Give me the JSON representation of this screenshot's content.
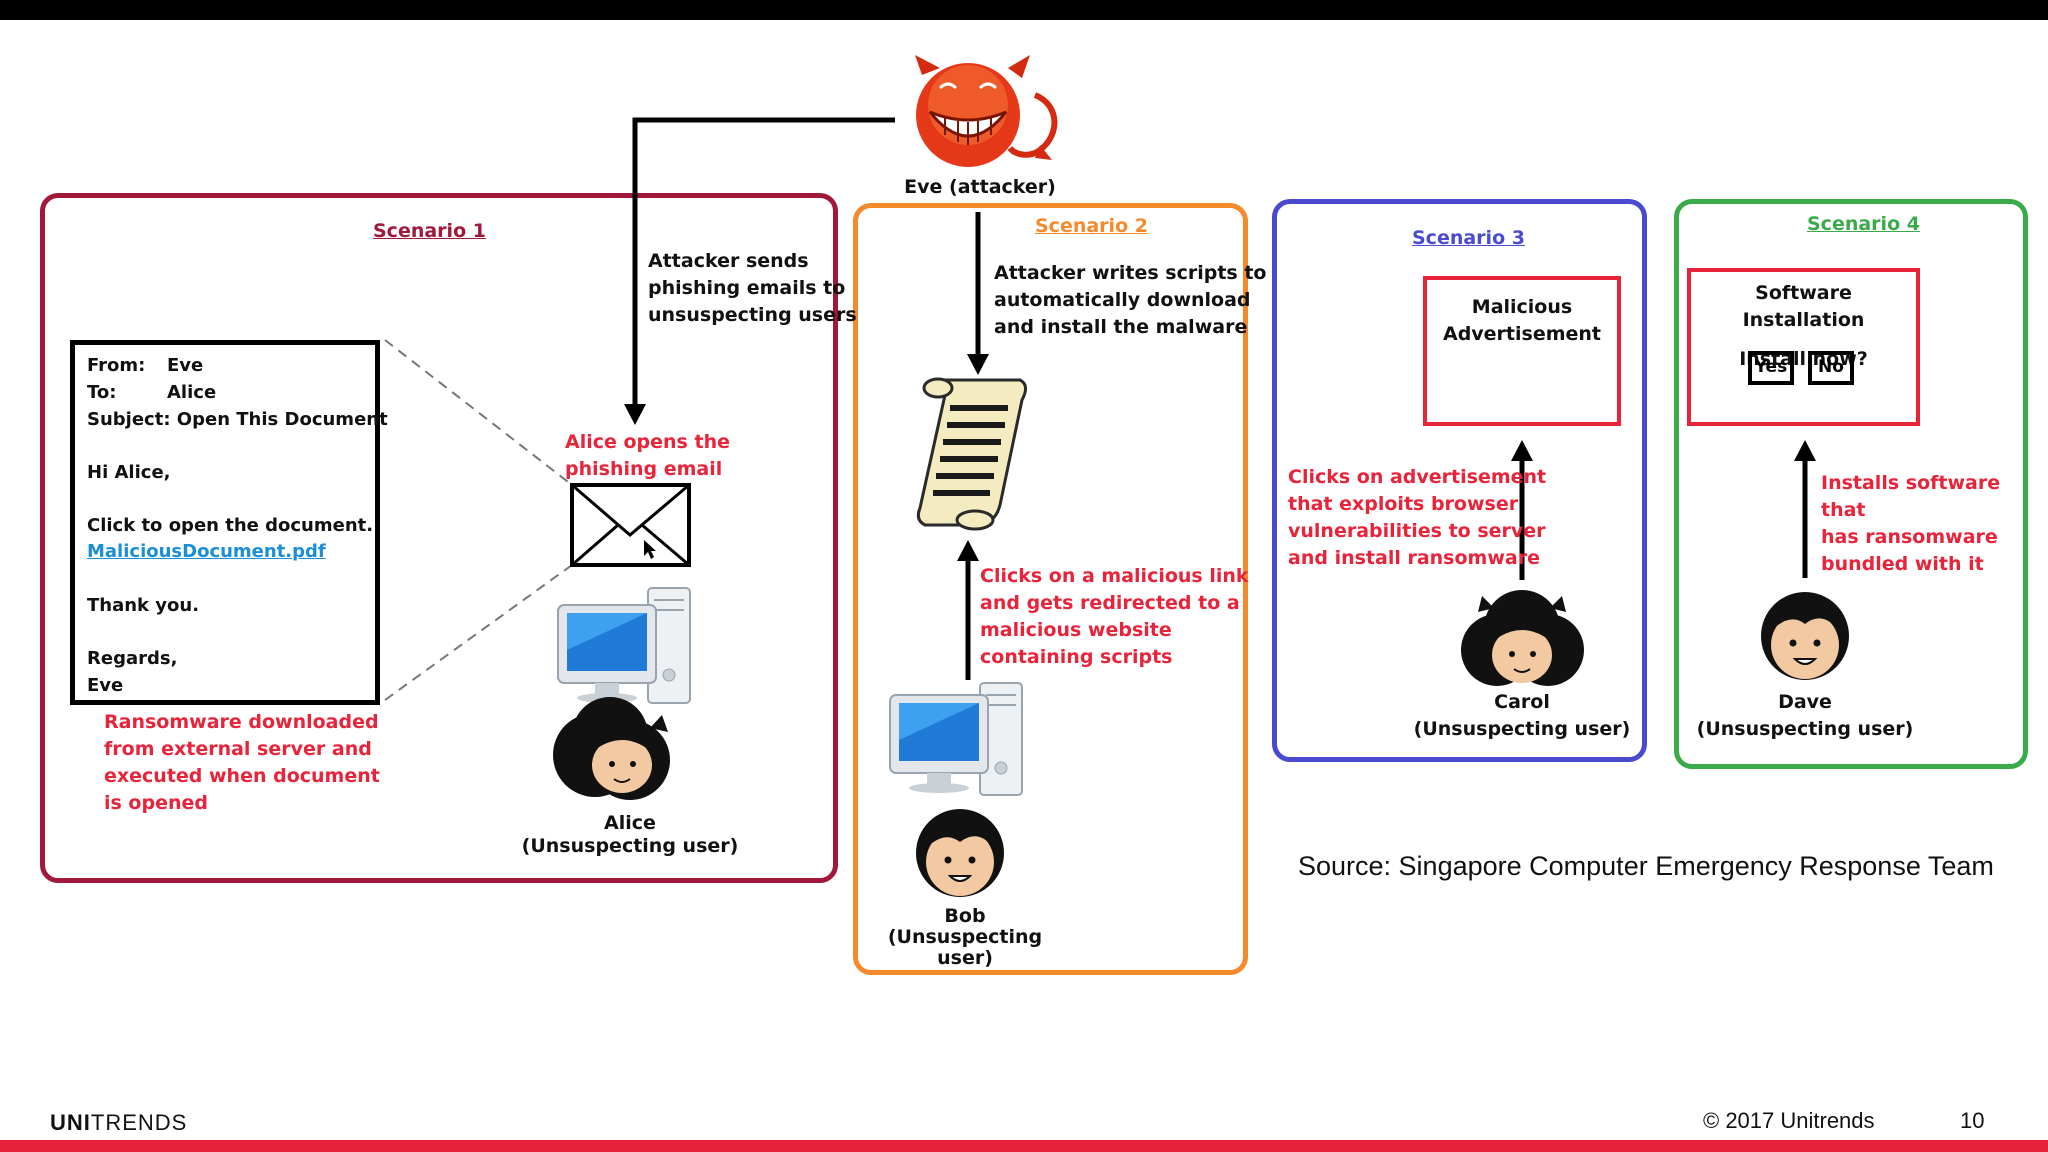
{
  "attacker": {
    "label": "Eve (attacker)"
  },
  "scenario1": {
    "title": "Scenario 1",
    "arrow_text": [
      "Attacker sends",
      "phishing emails to",
      "unsuspecting users"
    ],
    "email": {
      "from_label": "From:",
      "from_value": "Eve",
      "to_label": "To:",
      "to_value": "Alice",
      "subject_label": "Subject:",
      "subject_value": "Open This Document",
      "greeting": "Hi Alice,",
      "body": "Click to open the document.",
      "link": "MaliciousDocument.pdf",
      "thanks": "Thank you.",
      "regards": "Regards,",
      "signature": "Eve"
    },
    "open_note": [
      "Alice opens the",
      "phishing email"
    ],
    "ransom_note": [
      "Ransomware downloaded",
      "from external server and",
      "executed when document",
      "is opened"
    ],
    "user_name": "Alice",
    "user_role": "(Unsuspecting user)"
  },
  "scenario2": {
    "title": "Scenario 2",
    "arrow_text": [
      "Attacker writes scripts to",
      "automatically download",
      "and install the malware"
    ],
    "click_note": [
      "Clicks on a malicious link",
      "and gets redirected to a",
      "malicious website",
      "containing scripts"
    ],
    "user_name": "Bob",
    "user_role": "(Unsuspecting user)"
  },
  "scenario3": {
    "title": "Scenario 3",
    "ad_title": [
      "Malicious",
      "Advertisement"
    ],
    "click_note": [
      "Clicks on advertisement",
      "that exploits browser",
      "vulnerabilities to server",
      "and install ransomware"
    ],
    "user_name": "Carol",
    "user_role": "(Unsuspecting user)"
  },
  "scenario4": {
    "title": "Scenario 4",
    "install_title": "Software Installation",
    "install_question": "Install now?",
    "yes_label": "Yes",
    "no_label": "No",
    "install_note": [
      "Installs software that",
      "has ransomware",
      "bundled with it"
    ],
    "user_name": "Dave",
    "user_role": "(Unsuspecting user)"
  },
  "source": "Source: Singapore Computer Emergency Response Team",
  "footer": {
    "logo_bold": "UNI",
    "logo_light": "TRENDS",
    "copyright": "© 2017 Unitrends",
    "page_number": "10"
  },
  "colors": {
    "scenario1": "#a0183a",
    "scenario2": "#f58a2c",
    "scenario3": "#4a4acf",
    "scenario4": "#3aaa4a",
    "annotation_red": "#e8243b",
    "accent_bar": "#e5203a"
  }
}
